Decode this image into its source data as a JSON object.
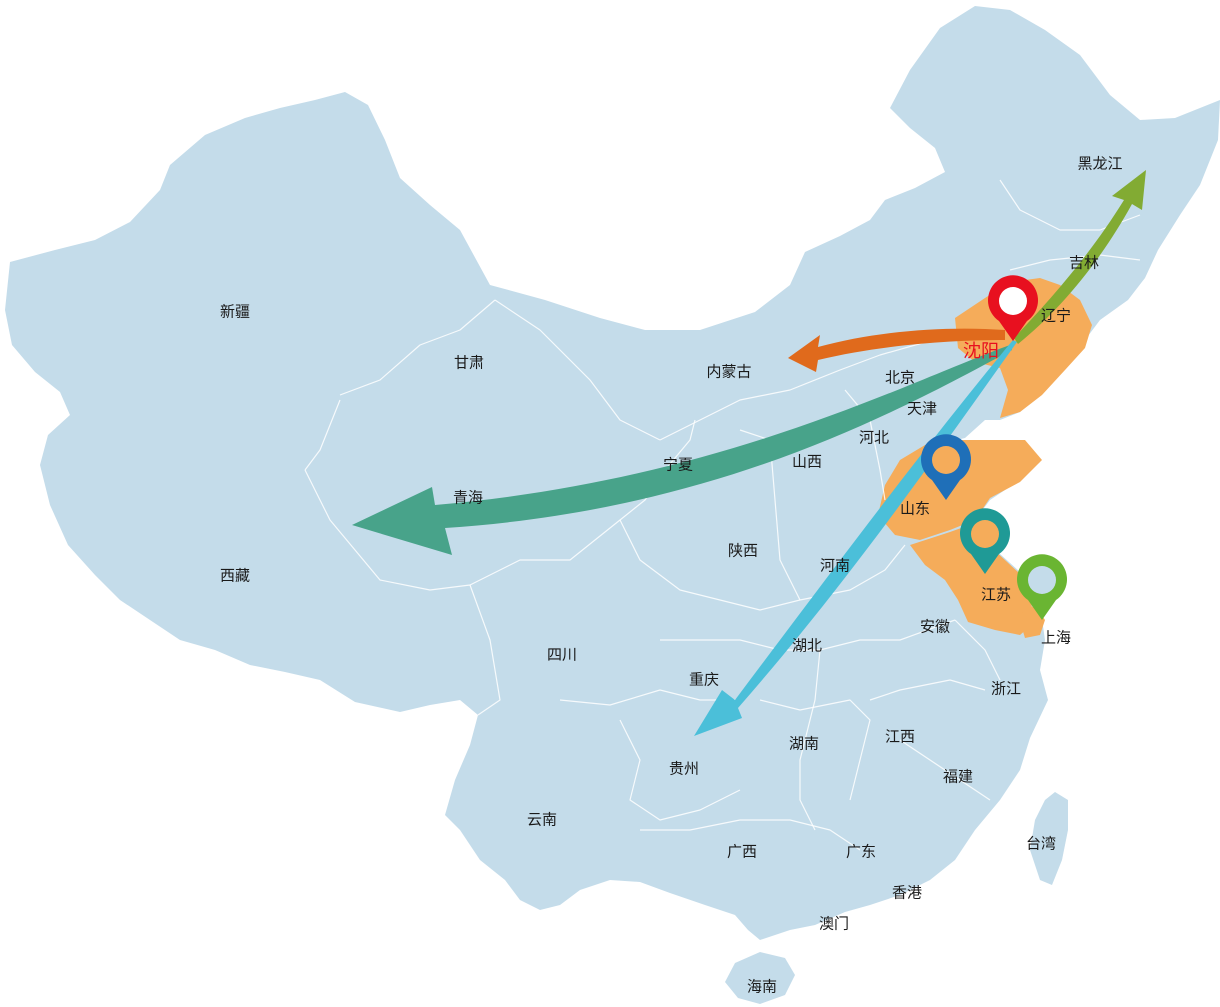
{
  "colors": {
    "land": "#c4dcea",
    "highlight": "#f5ac5a",
    "borders": "#ffffff",
    "arrow_inner_mongolia": "#e06a1c",
    "arrow_qinghai": "#48a38a",
    "arrow_guizhou": "#4bbfd9",
    "arrow_heilongjiang": "#82ab33"
  },
  "origin_city": {
    "name": "沈阳",
    "color": "#e8101f",
    "marker_color": "#e8101f"
  },
  "markers": [
    {
      "name": "shenyang-marker",
      "color": "#e8101f"
    },
    {
      "name": "shandong-marker",
      "color": "#1f6fb8"
    },
    {
      "name": "jiangsu-marker",
      "color": "#1f9a96"
    },
    {
      "name": "shanghai-marker",
      "color": "#6ab532"
    }
  ],
  "highlighted_provinces": [
    "辽宁",
    "山东",
    "江苏",
    "上海"
  ],
  "arrow_destinations": [
    "内蒙古",
    "青海",
    "贵州",
    "黑龙江"
  ],
  "labels": {
    "xinjiang": "新疆",
    "xizang": "西藏",
    "gansu": "甘肃",
    "qinghai": "青海",
    "neimenggu": "内蒙古",
    "ningxia": "宁夏",
    "shanxi": "山西",
    "shaanxi": "陕西",
    "sichuan": "四川",
    "chongqing": "重庆",
    "yunnan": "云南",
    "guizhou": "贵州",
    "guangxi": "广西",
    "guangdong": "广东",
    "hainan": "海南",
    "hunan": "湖南",
    "hubei": "湖北",
    "henan": "河南",
    "hebei": "河北",
    "beijing": "北京",
    "tianjin": "天津",
    "shandong": "山东",
    "jiangsu": "江苏",
    "shanghai": "上海",
    "anhui": "安徽",
    "zhejiang": "浙江",
    "jiangxi": "江西",
    "fujian": "福建",
    "taiwan": "台湾",
    "xianggang": "香港",
    "aomen": "澳门",
    "liaoning": "辽宁",
    "jilin": "吉林",
    "heilongjiang": "黑龙江"
  }
}
